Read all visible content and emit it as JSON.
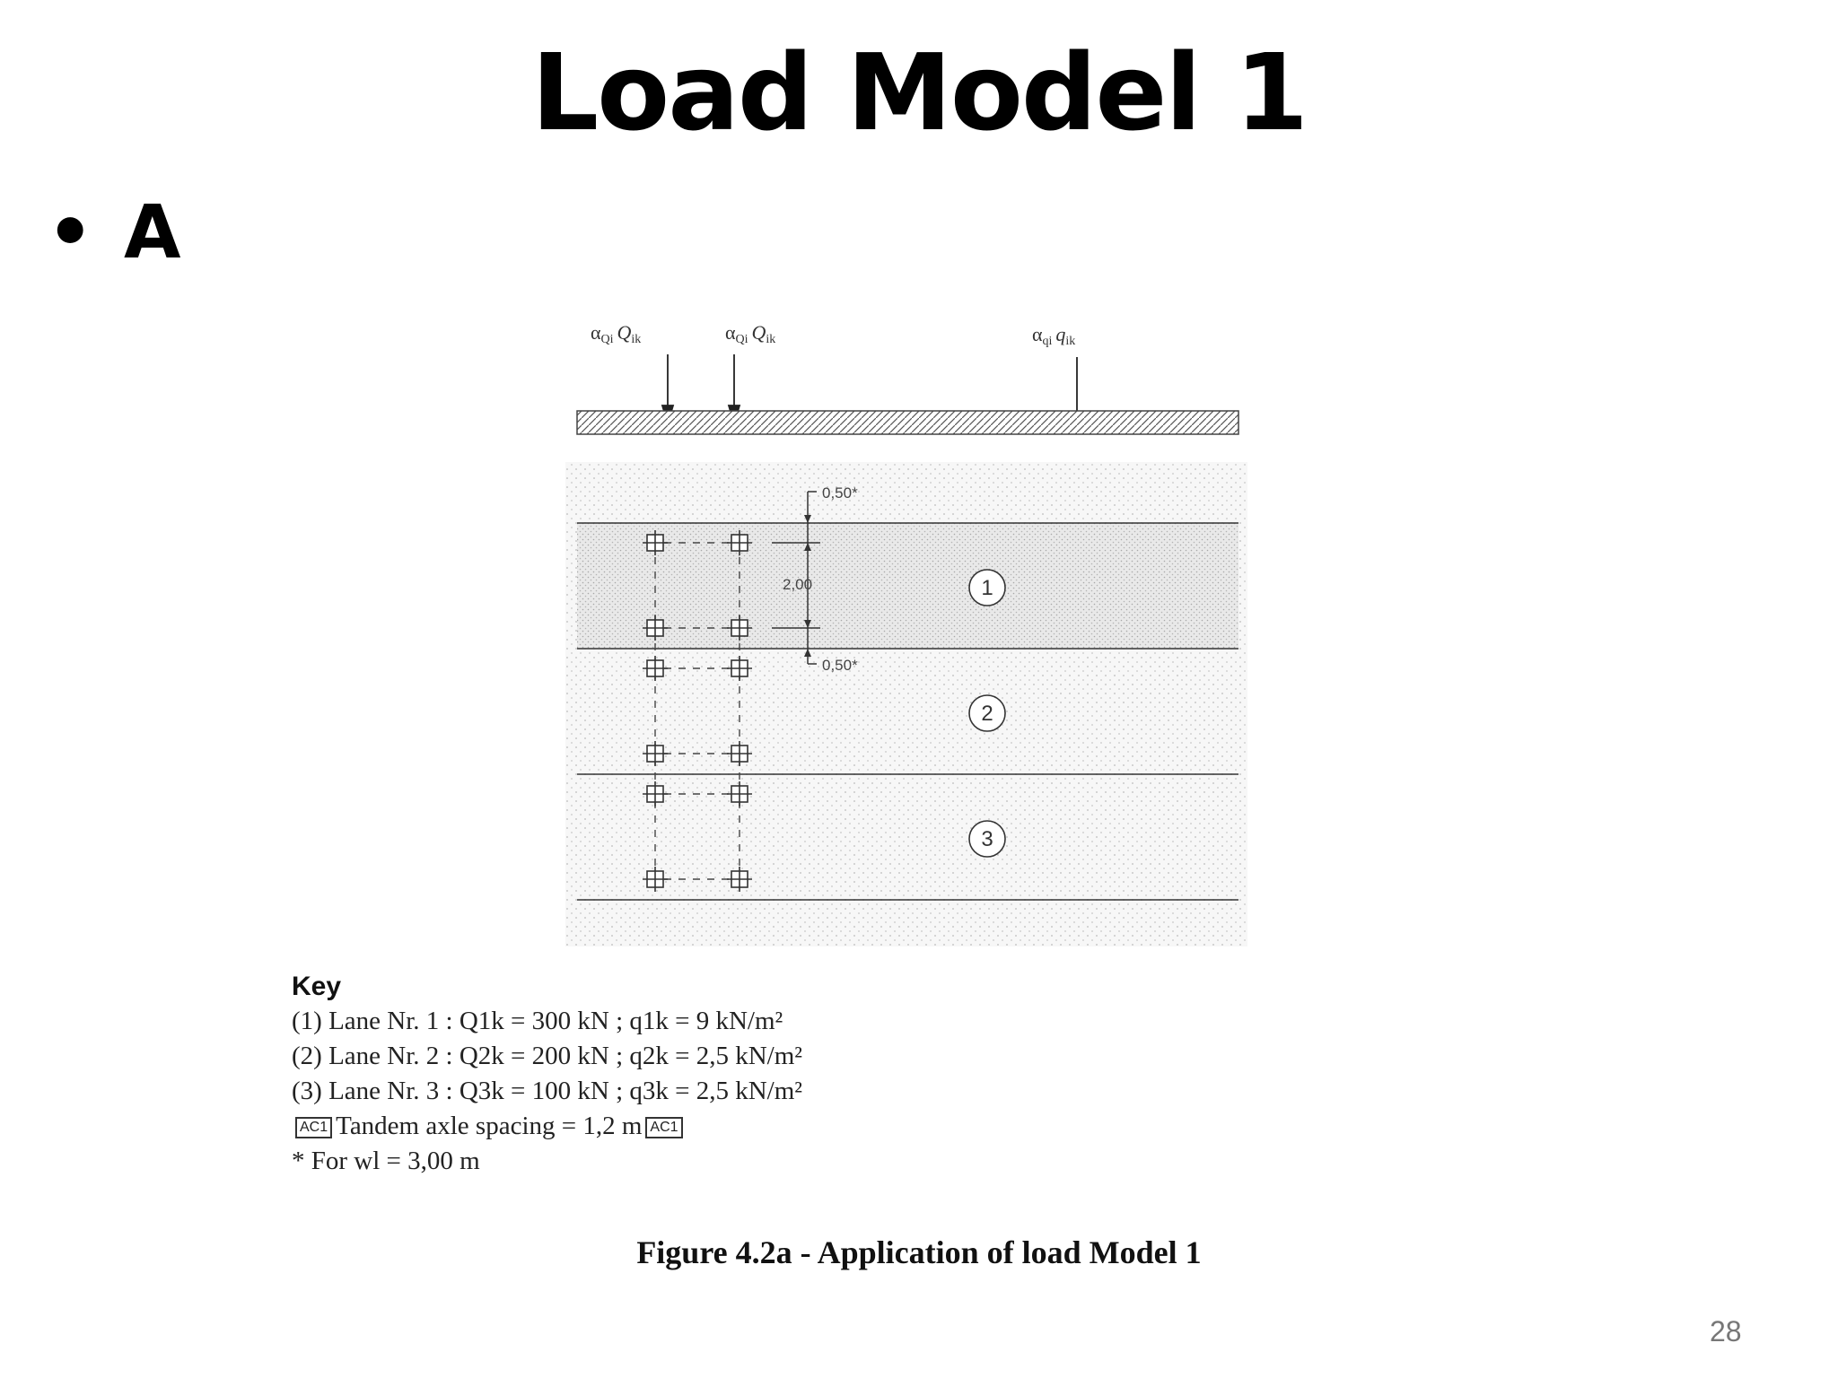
{
  "slide": {
    "title": "Load Model 1",
    "bullet": "A",
    "page_number": "28"
  },
  "figure": {
    "loads": {
      "q1": "α",
      "q1_sub": "Qi",
      "q1_main": "Q",
      "q1_main_sub": "ik",
      "q2": "α",
      "q2_sub": "Qi",
      "q2_main": "Q",
      "q2_main_sub": "ik",
      "q3": "α",
      "q3_sub": "qi",
      "q3_main": "q",
      "q3_main_sub": "ik"
    },
    "dim_top": "0,50*",
    "dim_middle": "2,00",
    "dim_bottom": "0,50*",
    "lanes": [
      "1",
      "2",
      "3"
    ],
    "caption": "Figure 4.2a - Application of load Model 1"
  },
  "key": {
    "title": "Key",
    "line1": "(1) Lane Nr. 1 : Q1k = 300 kN ; q1k = 9 kN/m²",
    "line2": "(2) Lane Nr. 2 : Q2k = 200 kN ; q2k = 2,5 kN/m²",
    "line3": "(3) Lane Nr. 3 : Q3k = 100 kN ; q3k = 2,5 kN/m²",
    "ac_label": "AC1",
    "line4": "Tandem axle spacing = 1,2 m",
    "line5": "* For  wl  = 3,00 m"
  }
}
